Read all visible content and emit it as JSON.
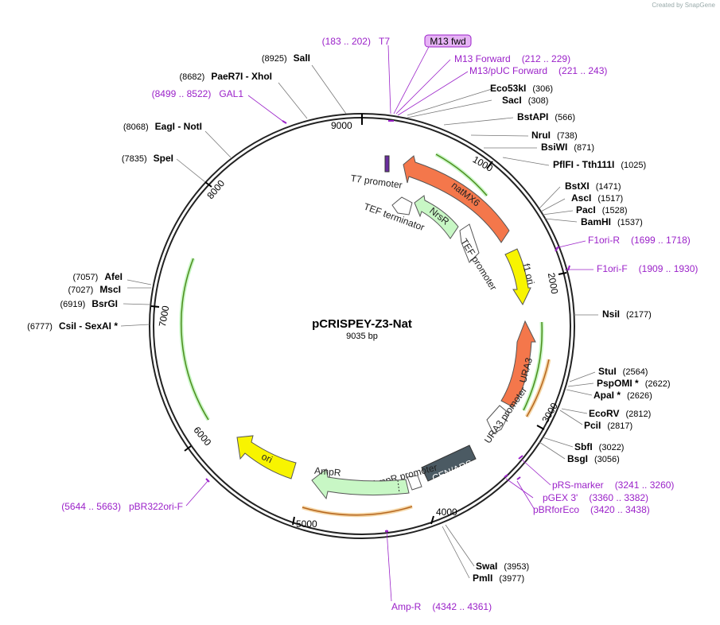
{
  "credit": "Created by SnapGene",
  "plasmid": {
    "name": "pCRISPEY-Z3-Nat",
    "size": "9035 bp"
  },
  "ticks": [
    "1000",
    "2000",
    "3000",
    "4000",
    "5000",
    "6000",
    "7000",
    "8000",
    "9000"
  ],
  "sites": [
    {
      "name": "SalI",
      "pos": "(8925)"
    },
    {
      "name": "PaeR7I - XhoI",
      "pos": "(8682)"
    },
    {
      "name": "EagI - NotI",
      "pos": "(8068)"
    },
    {
      "name": "SpeI",
      "pos": "(7835)"
    },
    {
      "name": "AfeI",
      "pos": "(7057)"
    },
    {
      "name": "MscI",
      "pos": "(7027)"
    },
    {
      "name": "BsrGI",
      "pos": "(6919)"
    },
    {
      "name": "CsiI - SexAI *",
      "pos": "(6777)"
    },
    {
      "name": "Eco53kI",
      "pos": "(306)"
    },
    {
      "name": "SacI",
      "pos": "(308)"
    },
    {
      "name": "BstAPI",
      "pos": "(566)"
    },
    {
      "name": "NruI",
      "pos": "(738)"
    },
    {
      "name": "BsiWI",
      "pos": "(871)"
    },
    {
      "name": "PflFI - Tth111I",
      "pos": "(1025)"
    },
    {
      "name": "BstXI",
      "pos": "(1471)"
    },
    {
      "name": "AscI",
      "pos": "(1517)"
    },
    {
      "name": "PacI",
      "pos": "(1528)"
    },
    {
      "name": "BamHI",
      "pos": "(1537)"
    },
    {
      "name": "NsiI",
      "pos": "(2177)"
    },
    {
      "name": "StuI",
      "pos": "(2564)"
    },
    {
      "name": "PspOMI *",
      "pos": "(2622)"
    },
    {
      "name": "ApaI *",
      "pos": "(2626)"
    },
    {
      "name": "EcoRV",
      "pos": "(2812)"
    },
    {
      "name": "PciI",
      "pos": "(2817)"
    },
    {
      "name": "SbfI",
      "pos": "(3022)"
    },
    {
      "name": "BsgI",
      "pos": "(3056)"
    },
    {
      "name": "SwaI",
      "pos": "(3953)"
    },
    {
      "name": "PmlI",
      "pos": "(3977)"
    }
  ],
  "primers": [
    {
      "name": "T7",
      "range": "(183 .. 202)"
    },
    {
      "name": "M13 fwd",
      "range": ""
    },
    {
      "name": "M13 Forward",
      "range": "(212 .. 229)"
    },
    {
      "name": "M13/pUC Forward",
      "range": "(221 .. 243)"
    },
    {
      "name": "GAL1",
      "range": "(8499 .. 8522)"
    },
    {
      "name": "F1ori-R",
      "range": "(1699 .. 1718)"
    },
    {
      "name": "F1ori-F",
      "range": "(1909 .. 1930)"
    },
    {
      "name": "pRS-marker",
      "range": "(3241 .. 3260)"
    },
    {
      "name": "pGEX 3'",
      "range": "(3360 .. 3382)"
    },
    {
      "name": "pBRforEco",
      "range": "(3420 .. 3438)"
    },
    {
      "name": "pBR322ori-F",
      "range": "(5644 .. 5663)"
    },
    {
      "name": "Amp-R",
      "range": "(4342 .. 4361)"
    }
  ],
  "features": [
    {
      "name": "natMX6",
      "color": "#f4774b"
    },
    {
      "name": "NrsR",
      "color": "#c8f7c5"
    },
    {
      "name": "TEF terminator",
      "color": "#ffffff"
    },
    {
      "name": "TEF promoter",
      "color": "#ffffff"
    },
    {
      "name": "T7 promoter",
      "color": "#ffffff"
    },
    {
      "name": "f1 ori",
      "color": "#f8f400"
    },
    {
      "name": "URA3",
      "color": "#f4774b"
    },
    {
      "name": "URA3 promoter",
      "color": "#ffffff"
    },
    {
      "name": "CEN/ARS",
      "color": "#4b5a63"
    },
    {
      "name": "AmpR promoter",
      "color": "#ffffff"
    },
    {
      "name": "AmpR",
      "color": "#c8f7c5"
    },
    {
      "name": "ori",
      "color": "#f8f400"
    }
  ]
}
